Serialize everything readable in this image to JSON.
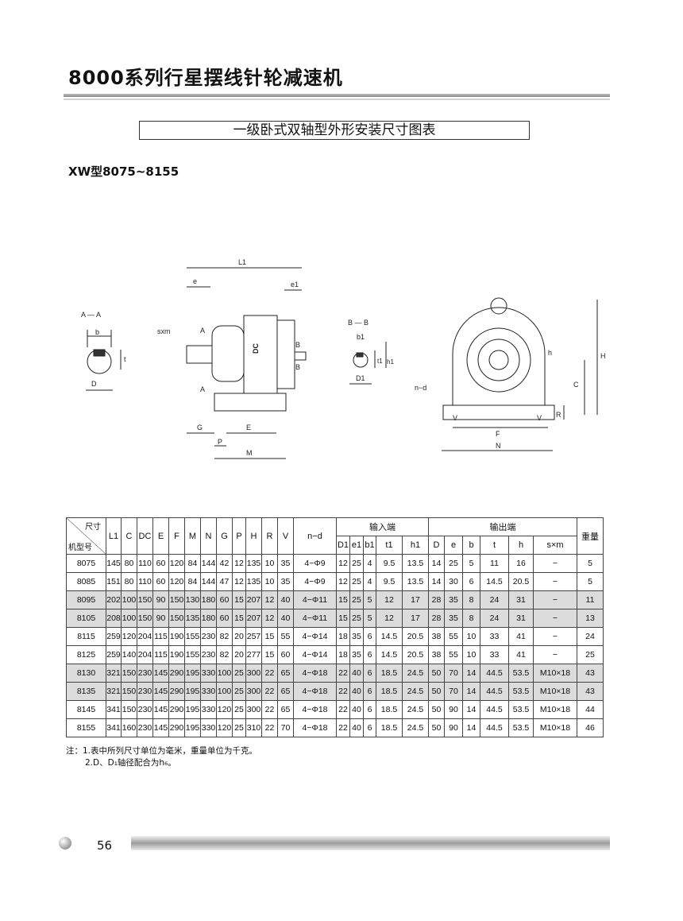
{
  "page": {
    "title": "8000系列行星摆线针轮减速机",
    "subtitle": "一级卧式双轴型外形安装尺寸图表",
    "model_range": "XW型8075~8155",
    "page_number": "56"
  },
  "drawing_labels": {
    "aa": "A — A",
    "bb": "B — B",
    "b": "b",
    "t": "t",
    "D": "D",
    "b1": "b1",
    "t1": "t1",
    "h1": "h1",
    "D1": "D1",
    "L1": "L1",
    "e": "e",
    "e1": "e1",
    "sxm": "sxm",
    "A": "A",
    "B": "B",
    "DC": "DC",
    "G": "G",
    "P": "P",
    "E": "E",
    "M": "M",
    "H": "H",
    "h": "h",
    "C": "C",
    "R": "R",
    "F": "F",
    "N": "N",
    "nd": "n−d",
    "V": "V"
  },
  "table": {
    "corner_top": "尺寸",
    "corner_bottom": "机型号",
    "cols_main": [
      "L1",
      "C",
      "DC",
      "E",
      "F",
      "M",
      "N",
      "G",
      "P",
      "H",
      "R",
      "V",
      "n−d"
    ],
    "group_input": "输入端",
    "group_output": "输出端",
    "weight": "重量",
    "cols_input": [
      "D1",
      "e1",
      "b1",
      "t1",
      "h1"
    ],
    "cols_output": [
      "D",
      "e",
      "b",
      "t",
      "h",
      "s×m"
    ],
    "rows": [
      [
        "8075",
        "145",
        "80",
        "110",
        "60",
        "120",
        "84",
        "144",
        "42",
        "12",
        "135",
        "10",
        "35",
        "4−Φ9",
        "12",
        "25",
        "4",
        "9.5",
        "13.5",
        "14",
        "25",
        "5",
        "11",
        "16",
        "−",
        "5"
      ],
      [
        "8085",
        "151",
        "80",
        "110",
        "60",
        "120",
        "84",
        "144",
        "47",
        "12",
        "135",
        "10",
        "35",
        "4−Φ9",
        "12",
        "25",
        "4",
        "9.5",
        "13.5",
        "14",
        "30",
        "6",
        "14.5",
        "20.5",
        "−",
        "5"
      ],
      [
        "8095",
        "202",
        "100",
        "150",
        "90",
        "150",
        "130",
        "180",
        "60",
        "15",
        "207",
        "12",
        "40",
        "4−Φ11",
        "15",
        "25",
        "5",
        "12",
        "17",
        "28",
        "35",
        "8",
        "24",
        "31",
        "−",
        "11"
      ],
      [
        "8105",
        "208",
        "100",
        "150",
        "90",
        "150",
        "135",
        "180",
        "60",
        "15",
        "207",
        "12",
        "40",
        "4−Φ11",
        "15",
        "25",
        "5",
        "12",
        "17",
        "28",
        "35",
        "8",
        "24",
        "31",
        "−",
        "13"
      ],
      [
        "8115",
        "259",
        "120",
        "204",
        "115",
        "190",
        "155",
        "230",
        "82",
        "20",
        "257",
        "15",
        "55",
        "4−Φ14",
        "18",
        "35",
        "6",
        "14.5",
        "20.5",
        "38",
        "55",
        "10",
        "33",
        "41",
        "−",
        "24"
      ],
      [
        "8125",
        "259",
        "140",
        "204",
        "115",
        "190",
        "155",
        "230",
        "82",
        "20",
        "277",
        "15",
        "60",
        "4−Φ14",
        "18",
        "35",
        "6",
        "14.5",
        "20.5",
        "38",
        "55",
        "10",
        "33",
        "41",
        "−",
        "25"
      ],
      [
        "8130",
        "321",
        "150",
        "230",
        "145",
        "290",
        "195",
        "330",
        "100",
        "25",
        "300",
        "22",
        "65",
        "4−Φ18",
        "22",
        "40",
        "6",
        "18.5",
        "24.5",
        "50",
        "70",
        "14",
        "44.5",
        "53.5",
        "M10×18",
        "43"
      ],
      [
        "8135",
        "321",
        "150",
        "230",
        "145",
        "290",
        "195",
        "330",
        "100",
        "25",
        "300",
        "22",
        "65",
        "4−Φ18",
        "22",
        "40",
        "6",
        "18.5",
        "24.5",
        "50",
        "70",
        "14",
        "44.5",
        "53.5",
        "M10×18",
        "43"
      ],
      [
        "8145",
        "341",
        "150",
        "230",
        "145",
        "290",
        "195",
        "330",
        "120",
        "25",
        "300",
        "22",
        "65",
        "4−Φ18",
        "22",
        "40",
        "6",
        "18.5",
        "24.5",
        "50",
        "90",
        "14",
        "44.5",
        "53.5",
        "M10×18",
        "44"
      ],
      [
        "8155",
        "341",
        "160",
        "230",
        "145",
        "290",
        "195",
        "330",
        "120",
        "25",
        "310",
        "22",
        "70",
        "4−Φ18",
        "22",
        "40",
        "6",
        "18.5",
        "24.5",
        "50",
        "90",
        "14",
        "44.5",
        "53.5",
        "M10×18",
        "46"
      ]
    ],
    "shaded_rows": [
      2,
      3,
      6,
      7
    ]
  },
  "notes": {
    "line1": "注：1.表中所列尺寸单位为毫米，重量单位为千克。",
    "line2": "2.D、D₁轴径配合为h₆。"
  }
}
